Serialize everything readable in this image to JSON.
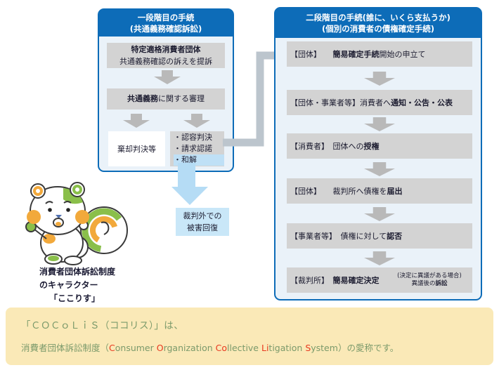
{
  "colors": {
    "panel_blue": "#0d6cb8",
    "panel_bg": "#eaf2f9",
    "box_gray": "#d3d3d3",
    "arrow_gray": "#b9b9b9",
    "connector_gray": "#bcc5cd",
    "highlight_blue": "#bfe0f6",
    "arrow_blue": "#b5dcf5",
    "recovery_bg": "#c9e7f8",
    "text_navy": "#1c1c30",
    "footer_bg": "#fae9b7",
    "footer_green": "#7b9a6b",
    "footer_red": "#e8391f",
    "mascot_orange": "#f2a93b",
    "mascot_green": "#8abf4a"
  },
  "stage1": {
    "header_line1": "一段階目の手続",
    "header_line2": "(共通義務確認訴訟)",
    "box1_line1": "特定適格消費者団体",
    "box1_line2": "共通義務確認の訴えを提訴",
    "box2_bold": "共通義務",
    "box2_rest": "に関する審理",
    "box3": "棄却判決等",
    "box4_item1": "・認容判決",
    "box4_item2": "・請求認諾",
    "box4_item3": "・和解"
  },
  "recovery": {
    "line1": "裁判外での",
    "line2": "被害回復"
  },
  "stage2": {
    "header_line1": "二段階目の手続(誰に、いくら支払うか)",
    "header_line2": "(個別の消費者の債権確定手続)",
    "row1": {
      "label": "【団体】　　",
      "bold": "簡易確定手続",
      "rest": "開始の申立て"
    },
    "row2": {
      "label": "【団体・事業者等】",
      "pre": "消費者へ",
      "bold": "通知・公告・公表"
    },
    "row3": {
      "label": "【消費者】　",
      "pre": "団体への",
      "bold": "授権"
    },
    "row4": {
      "label": "【団体】　　",
      "pre": "裁判所へ債権を",
      "bold": "届出"
    },
    "row5": {
      "label": "【事業者等】　",
      "pre": "債権に対して",
      "bold": "認否"
    },
    "row6": {
      "label": "【裁判所】　",
      "bold": "簡易確定決定",
      "note_line1": "(決定に異議がある場合)",
      "note_pre": "異議後の",
      "note_bold": "訴訟"
    }
  },
  "mascot": {
    "caption_line1": "消費者団体訴訟制度",
    "caption_line2": "のキャラクター",
    "caption_line3": "「ここりす」"
  },
  "footer": {
    "line1": "「ＣＯＣｏＬｉＳ（ココリス）」は、",
    "l2_1": "消費者団体訴訟制度（",
    "l2_2": "C",
    "l2_3": "onsumer ",
    "l2_4": "O",
    "l2_5": "rganization ",
    "l2_6": "Co",
    "l2_7": "llective ",
    "l2_8": "Li",
    "l2_9": "tigation ",
    "l2_10": "S",
    "l2_11": "ystem",
    "l2_12": "）の愛称です。"
  }
}
